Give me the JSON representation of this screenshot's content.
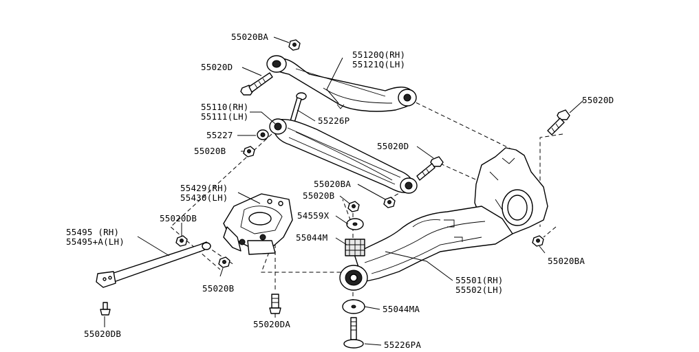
{
  "labels": {
    "l55020BA_top": "55020BA",
    "l55020D_upper": "55020D",
    "l55120Q": "55120Q(RH)",
    "l55121Q": "55121Q(LH)",
    "l55110": "55110(RH)",
    "l55111": "55111(LH)",
    "l55226P": "55226P",
    "l55227": "55227",
    "l55020B_upper": "55020B",
    "l55020D_right": "55020D",
    "l55020D_mid": "55020D",
    "l55020BA_mid": "55020BA",
    "l55020B_mid": "55020B",
    "l55429": "55429(RH)",
    "l55430": "55430(LH)",
    "l54559X": "54559X",
    "l55044M": "55044M",
    "l55020DB_top": "55020DB",
    "l55495": "55495  (RH)",
    "l55495A": "55495+A(LH)",
    "l55020B_lower": "55020B",
    "l55501": "55501(RH)",
    "l55502": "55502(LH)",
    "l55020BA_right": "55020BA",
    "l55020DA": "55020DA",
    "l55044MA": "55044MA",
    "l55020DB_bottom": "55020DB",
    "l55226PA": "55226PA"
  }
}
